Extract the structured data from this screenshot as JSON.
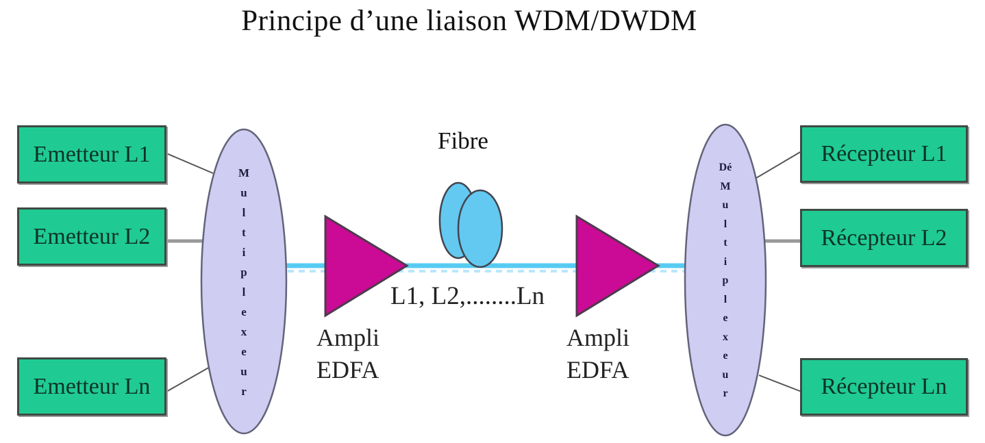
{
  "title": "Principe d’une liaison WDM/DWDM",
  "emitters": [
    {
      "label": "Emetteur L1"
    },
    {
      "label": "Emetteur L2"
    },
    {
      "label": "Emetteur Ln"
    }
  ],
  "receivers": [
    {
      "label": "Récepteur L1"
    },
    {
      "label": "Récepteur L2"
    },
    {
      "label": "Récepteur Ln"
    }
  ],
  "multiplexer": {
    "label": "Multiplexeur",
    "label_stacked": "M\nu\nl\nt\ni\np\nl\ne\nx\ne\nu\nr"
  },
  "demultiplexer": {
    "label": "DéMultiplexeur",
    "label_stacked": "Dé\nM\nu\nl\nt\ni\np\nl\ne\nx\ne\nu\nr"
  },
  "amplifiers": {
    "left_label": "Ampli\nEDFA",
    "right_label": "Ampli\nEDFA"
  },
  "fiber": {
    "label": "Fibre",
    "wavelengths": "L1, L2,........Ln"
  },
  "colors": {
    "box_green": "#1fcb93",
    "ellipse_lavender": "#cfcdf1",
    "triangle_magenta": "#cb0a95",
    "fiber_cyan": "#57cbf2",
    "fiber_dash_light": "#b9e7fa",
    "coil_cyan": "#63c9f0",
    "connector_gray": "#999999",
    "text_black": "#111111"
  }
}
